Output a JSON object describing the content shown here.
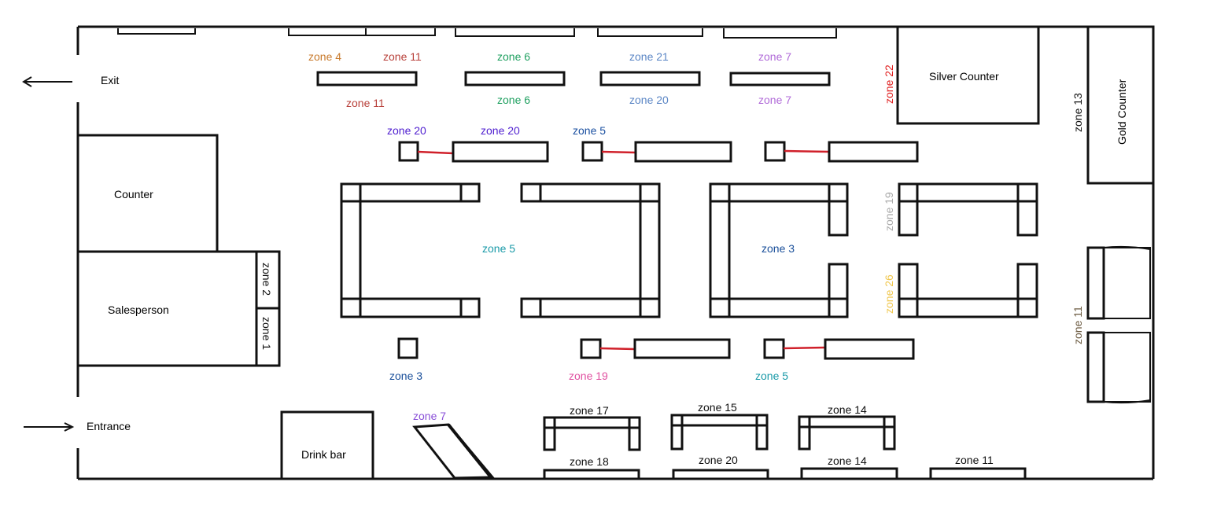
{
  "labels": {
    "exit": "Exit",
    "entrance": "Entrance",
    "counter": "Counter",
    "salesperson": "Salesperson",
    "drink_bar": "Drink bar",
    "silver_counter": "Silver Counter",
    "gold_counter": "Gold Counter"
  },
  "zones": {
    "top_z4": "zone 4",
    "top_z11": "zone 11",
    "top_z6": "zone 6",
    "top_z21": "zone 21",
    "top_z7": "zone 7",
    "mid_z11": "zone 11",
    "mid_z6": "zone 6",
    "mid_z20": "zone 20",
    "mid_z7": "zone 7",
    "z22": "zone 22",
    "z13": "zone 13",
    "row_z20a": "zone 20",
    "row_z20b": "zone 20",
    "row_z5": "zone 5",
    "center_z5": "zone 5",
    "center_z3": "zone 3",
    "z19_vert": "zone 19",
    "z26_vert": "zone 26",
    "z2": "zone 2",
    "z1": "zone 1",
    "low_z3": "zone 3",
    "low_z19": "zone 19",
    "low_z5": "zone 5",
    "z11_right": "zone 11",
    "z7_bottom": "zone 7",
    "z17": "zone 17",
    "z15": "zone 15",
    "z14_top": "zone 14",
    "z18": "zone 18",
    "z20_bottom": "zone 20",
    "z14_bottom": "zone 14",
    "z11_bottom": "zone 11"
  },
  "colors": {
    "zone4": "#c87a2c",
    "zone11": "#b8403a",
    "zone6": "#1fa060",
    "zone21": "#5b86c5",
    "zone7": "#b06ad8",
    "zone22": "#e02020",
    "zone20": "#5020d0",
    "zone5_blue": "#1a4fa0",
    "zone5_teal": "#1a9aa8",
    "zone3": "#1a4f9a",
    "zone19_gray": "#aaaaaa",
    "zone26": "#f0c850",
    "zone19_pink": "#e050a0",
    "zone11_brown": "#6b5a40",
    "zone7_purple": "#8a50d8",
    "black": "#111111"
  }
}
